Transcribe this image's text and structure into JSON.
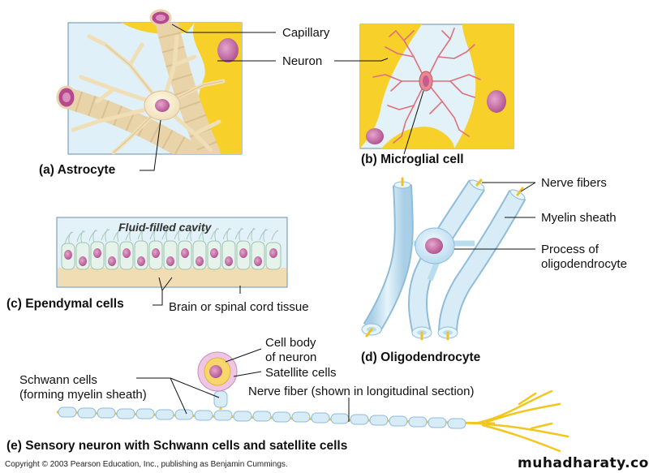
{
  "panels": {
    "a": {
      "letter": "(a)",
      "title": "Astrocyte",
      "labels": {
        "capillary": "Capillary",
        "neuron": "Neuron"
      }
    },
    "b": {
      "letter": "(b)",
      "title": "Microglial cell"
    },
    "c": {
      "letter": "(c)",
      "title": "Ependymal cells",
      "cavity": "Fluid-filled cavity",
      "tissue": "Brain or spinal cord tissue"
    },
    "d": {
      "letter": "(d)",
      "title": "Oligodendrocyte",
      "labels": {
        "nerve_fibers": "Nerve fibers",
        "myelin_sheath": "Myelin sheath",
        "process_line1": "Process of",
        "process_line2": "oligodendrocyte"
      }
    },
    "e": {
      "letter": "(e)",
      "title": "Sensory neuron with Schwann cells and satellite cells",
      "labels": {
        "cell_body_line1": "Cell body",
        "cell_body_line2": "of neuron",
        "satellite": "Satellite cells",
        "schwann_line1": "Schwann cells",
        "schwann_line2": "(forming myelin sheath)",
        "nerve_fiber": "Nerve fiber (shown in longitudinal section)"
      }
    }
  },
  "copyright": "Copyright © 2003 Pearson Education, Inc., publishing as Benjamin Cummings.",
  "watermark": "muhadharaty.com",
  "colors": {
    "glia_yellow": "#f7d02a",
    "astro_tan": "#f1e2c2",
    "microglia_red": "#e0707a",
    "myelin_blue": "#cfe6f4",
    "nucleus_pink": "#c872a8",
    "panel_bg": "#e3f1f9"
  }
}
